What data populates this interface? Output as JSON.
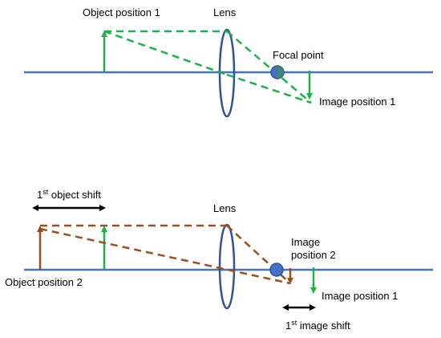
{
  "colors": {
    "axis": "#4472C4",
    "lens": "#2F5597",
    "focal_fill": "#4472C4",
    "focal_accent": "#3C9A3C",
    "green": "#1DB04B",
    "brown": "#9C4F1D",
    "black": "#000000"
  },
  "top": {
    "object_label": "Object position 1",
    "lens_label": "Lens",
    "focal_label": "Focal point",
    "image_label": "Image position 1"
  },
  "bottom": {
    "object_shift_num": "1",
    "object_shift_sup": "st",
    "object_shift_text": " object shift",
    "lens_label": "Lens",
    "image2_label_line1": "Image",
    "image2_label_line2": "position 2",
    "object2_label": "Object position 2",
    "image1_label": "Image position 1",
    "image_shift_num": "1",
    "image_shift_sup": "st",
    "image_shift_text": " image shift"
  }
}
